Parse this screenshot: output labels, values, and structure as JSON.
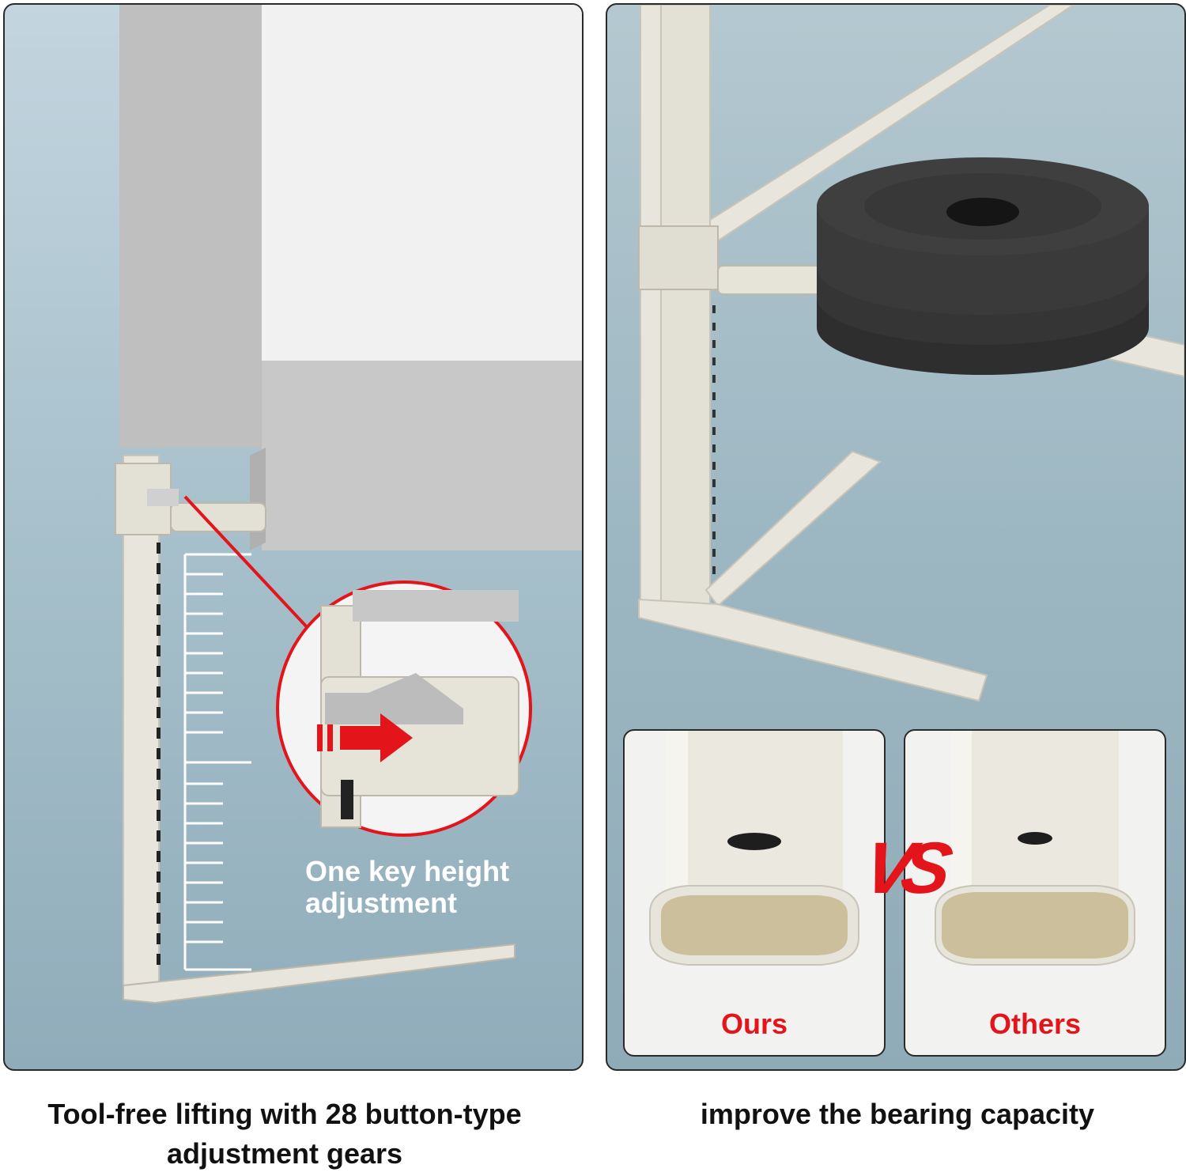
{
  "left_panel": {
    "callout_text": "One key height adjustment"
  },
  "right_panel": {
    "comparison": {
      "vs_label": "VS",
      "ours_label": "Ours",
      "others_label": "Others"
    }
  },
  "captions": {
    "left": "Tool-free lifting with 28 button-type adjustment gears",
    "right": "improve the bearing capacity"
  },
  "colors": {
    "accent_red": "#e4141b",
    "panel_border": "#2a2a2a",
    "frame_cream": "#e8e5dc"
  }
}
